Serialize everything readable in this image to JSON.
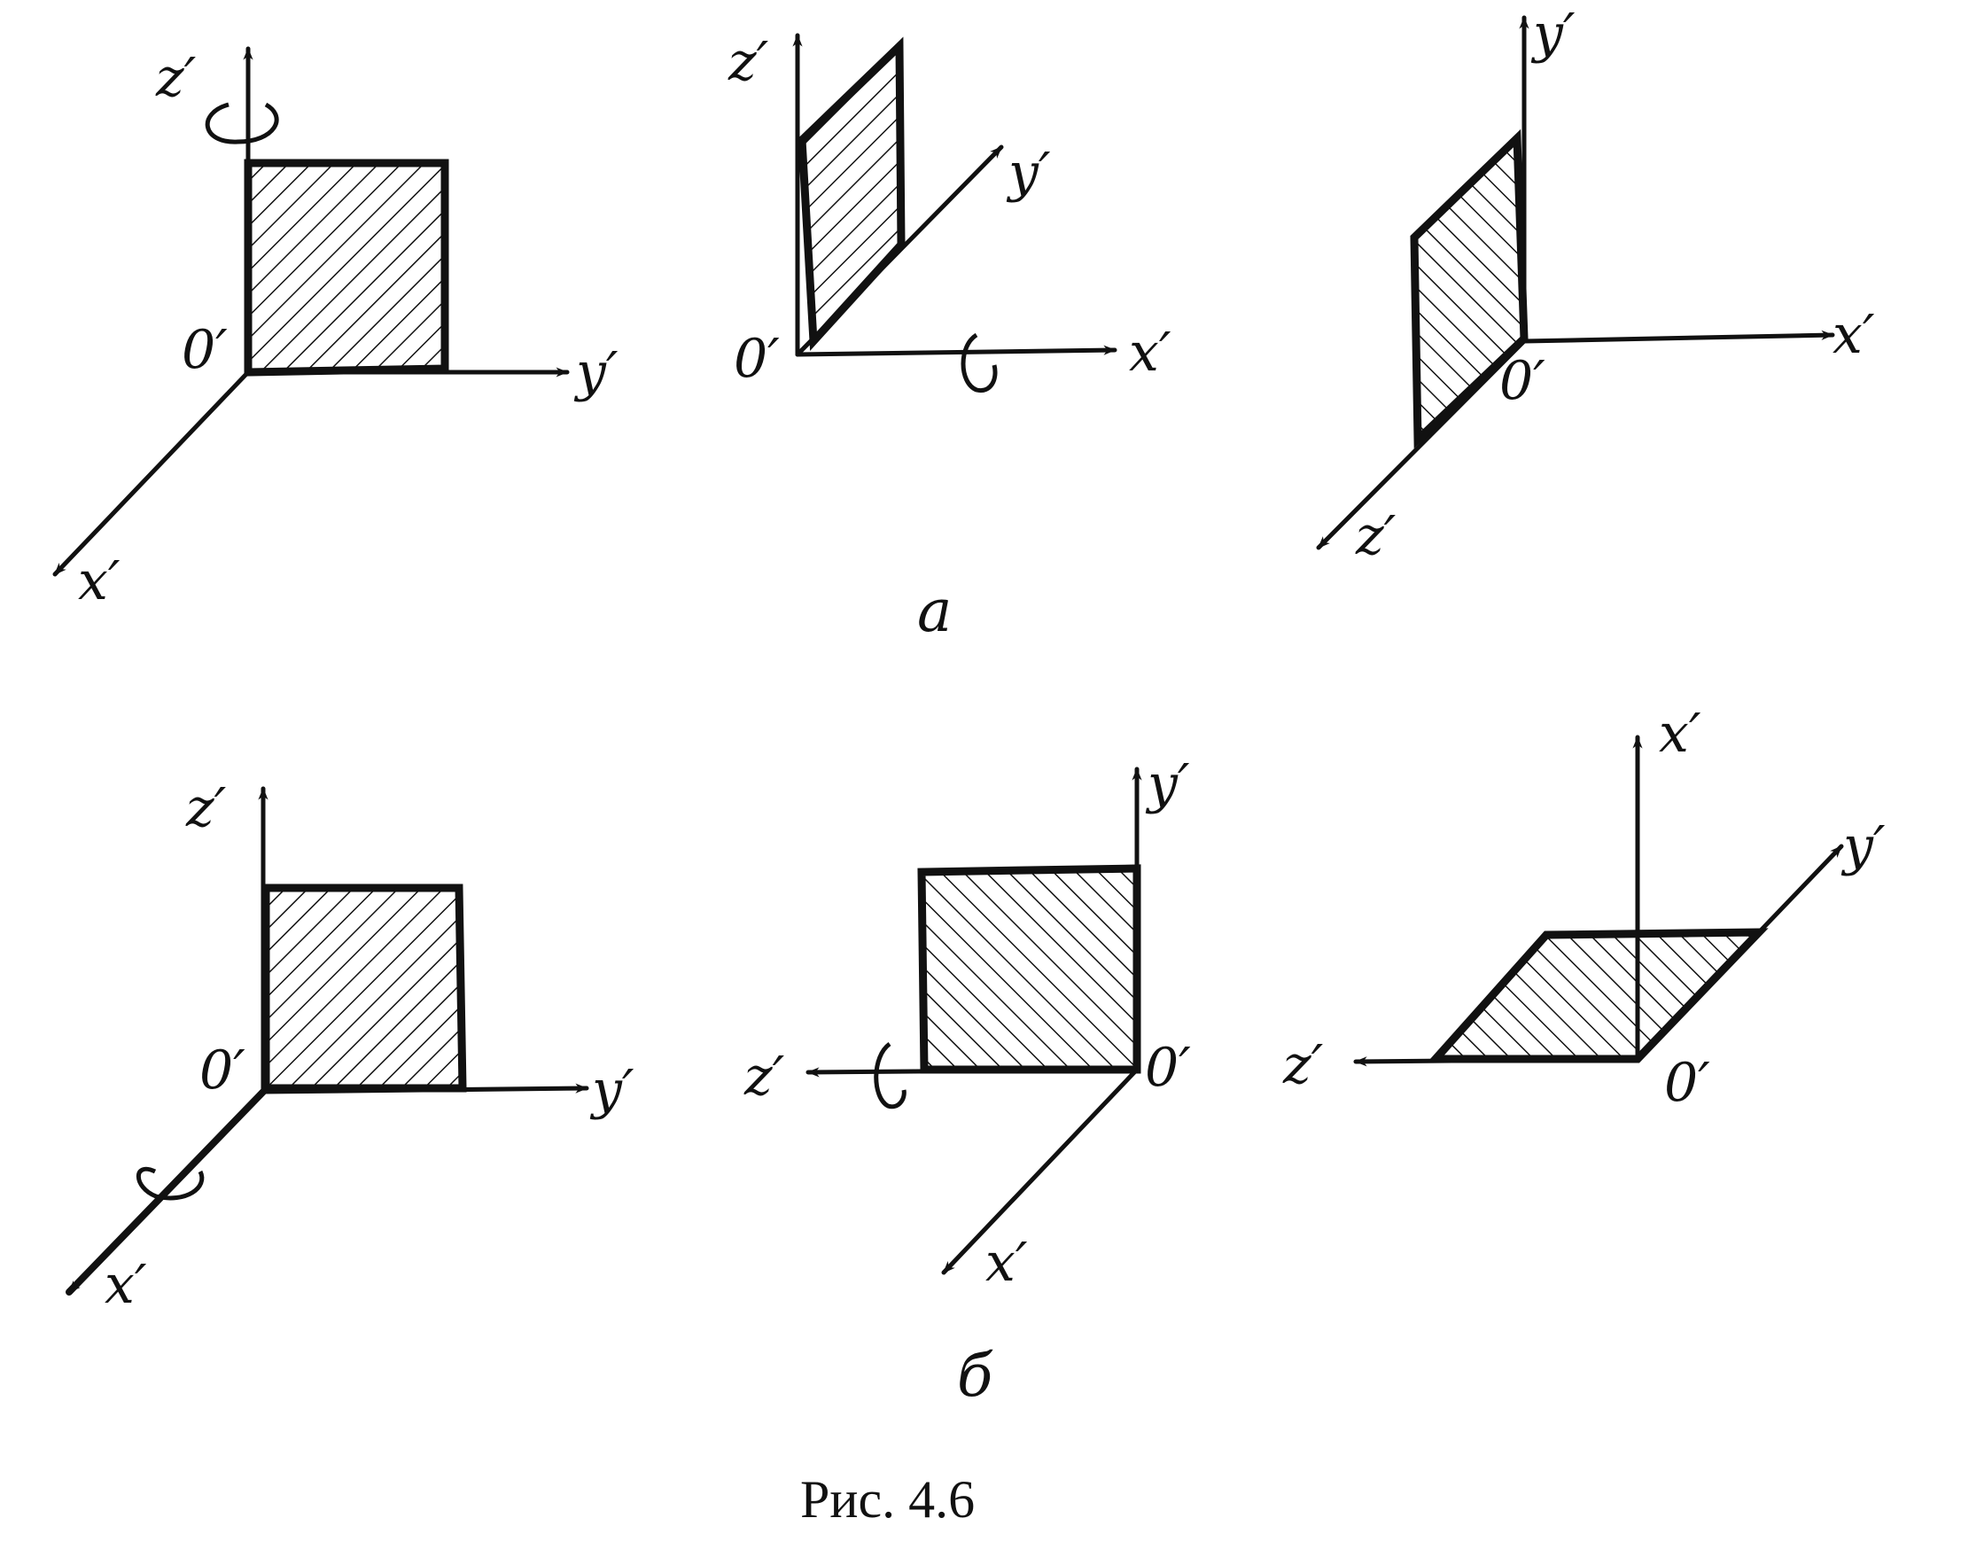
{
  "figure": {
    "caption": "Рис. 4.6",
    "row_labels": {
      "a": "a",
      "b": "б"
    },
    "axis_labels": {
      "x": "x′",
      "y": "y′",
      "z": "z′",
      "origin": "0′"
    }
  }
}
